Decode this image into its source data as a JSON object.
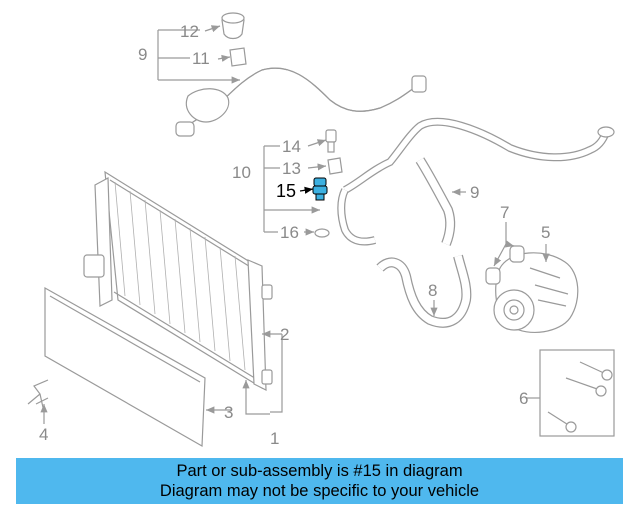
{
  "callouts": {
    "c1": "1",
    "c2": "2",
    "c3": "3",
    "c4": "4",
    "c5": "5",
    "c6": "6",
    "c7": "7",
    "c8": "8",
    "c9a": "9",
    "c9b": "9",
    "c10": "10",
    "c11": "11",
    "c12": "12",
    "c13": "13",
    "c14": "14",
    "c15": "15",
    "c16": "16"
  },
  "highlight": {
    "part": "15",
    "color": "#3cb0e0"
  },
  "banner": {
    "line1": "Part or sub-assembly is #15 in diagram",
    "line2": "Diagram may not be specific to your vehicle",
    "color": "#4fb8ee"
  }
}
